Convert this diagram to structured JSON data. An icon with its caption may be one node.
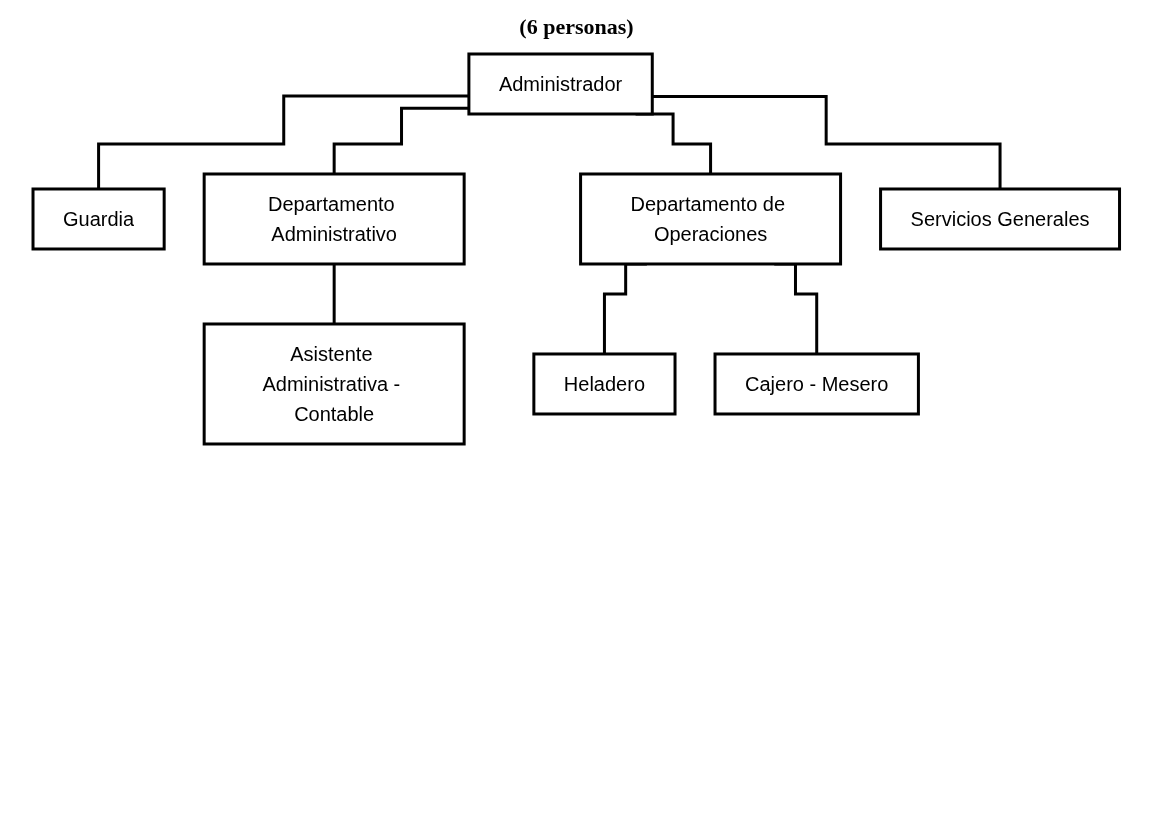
{
  "diagram": {
    "title": "(6 personas)",
    "nodes": [
      {
        "text": [
          "Administrador"
        ]
      },
      {
        "text": [
          "Guardia"
        ]
      },
      {
        "text": [
          "Departamento Administrativo"
        ]
      },
      {
        "text": [
          "Departamento de Operaciones"
        ]
      },
      {
        "text": [
          "Servicios Generales"
        ]
      },
      {
        "text": [
          "Asistente Administrativa - Contable"
        ]
      },
      {
        "text": [
          "Heladero"
        ]
      },
      {
        "text": [
          "Cajero - Mesero"
        ]
      }
    ],
    "edges": [
      {
        "from": 0,
        "to": 1,
        "arrow": "none"
      },
      {
        "from": 0,
        "to": 2,
        "arrow": "none"
      },
      {
        "from": 0,
        "to": 3,
        "arrow": "none"
      },
      {
        "from": 0,
        "to": 4,
        "arrow": "none"
      },
      {
        "from": 2,
        "to": 5,
        "arrow": "none"
      },
      {
        "from": 3,
        "to": 6,
        "arrow": "none"
      },
      {
        "from": 3,
        "to": 7,
        "arrow": "none"
      }
    ]
  }
}
